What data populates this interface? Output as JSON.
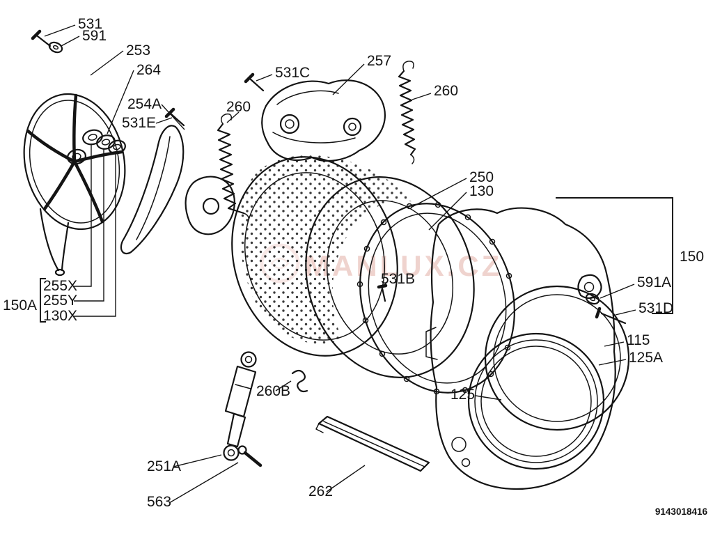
{
  "watermark": {
    "brand": "MANLUX.CZ"
  },
  "footer": {
    "doc_number": "9143018416"
  },
  "labels": {
    "p531": "531",
    "p591": "591",
    "p253": "253",
    "p264": "264",
    "p254A": "254A",
    "p531E": "531E",
    "p260L": "260",
    "p531C": "531C",
    "p257": "257",
    "p260R": "260",
    "p250": "250",
    "p130": "130",
    "p150": "150",
    "p591A": "591A",
    "p531D": "531D",
    "p115": "115",
    "p125A": "125A",
    "p125": "125",
    "p150A": "150A",
    "p255X": "255X",
    "p255Y": "255Y",
    "p130X": "130X",
    "p531B": "531B",
    "p260B": "260B",
    "p251A": "251A",
    "p563": "563",
    "p262": "262"
  }
}
